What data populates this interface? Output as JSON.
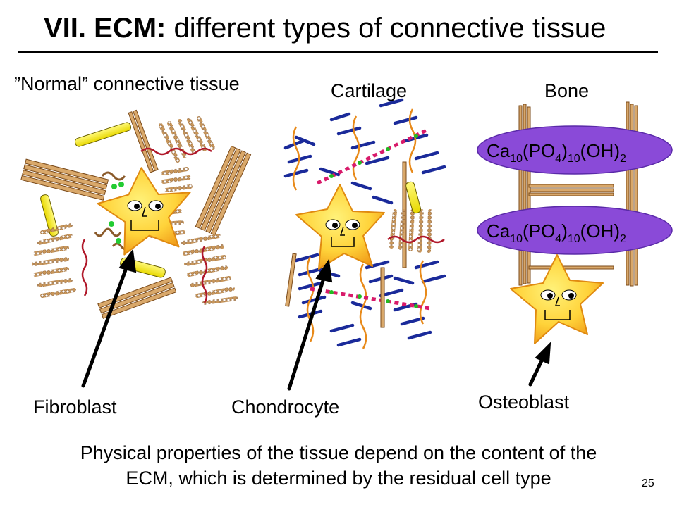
{
  "title": {
    "bold": "VII. ECM:",
    "rest": " different types of connective tissue"
  },
  "panels": {
    "normal_label": "”Normal” connective tissue",
    "cartilage_label": "Cartilage",
    "bone_label": "Bone"
  },
  "cells": {
    "fibroblast": "Fibroblast",
    "chondrocyte": "Chondrocyte",
    "osteoblast": "Osteoblast"
  },
  "formula": {
    "ca": "Ca",
    "ca_sub": "10",
    "po": "(PO",
    "po_sub": "4",
    "close": ")",
    "po_count": "10",
    "oh": "(OH)",
    "oh_sub": "2"
  },
  "caption": {
    "line1": "Physical properties of the tissue depend on the content of the",
    "line2": "ECM, which is determined by the residual cell type"
  },
  "slide_number": "25",
  "colors": {
    "collagen": "#c8965a",
    "collagen_dark": "#8a5a2a",
    "linker": "#b0182a",
    "proteoglycan": "#1a2a9a",
    "hyaluronan": "#d81a6a",
    "mineral": "#8a4ad8",
    "cell_light": "#ffe34a",
    "cell_dark": "#f0a020",
    "rod": "#ffee22"
  }
}
